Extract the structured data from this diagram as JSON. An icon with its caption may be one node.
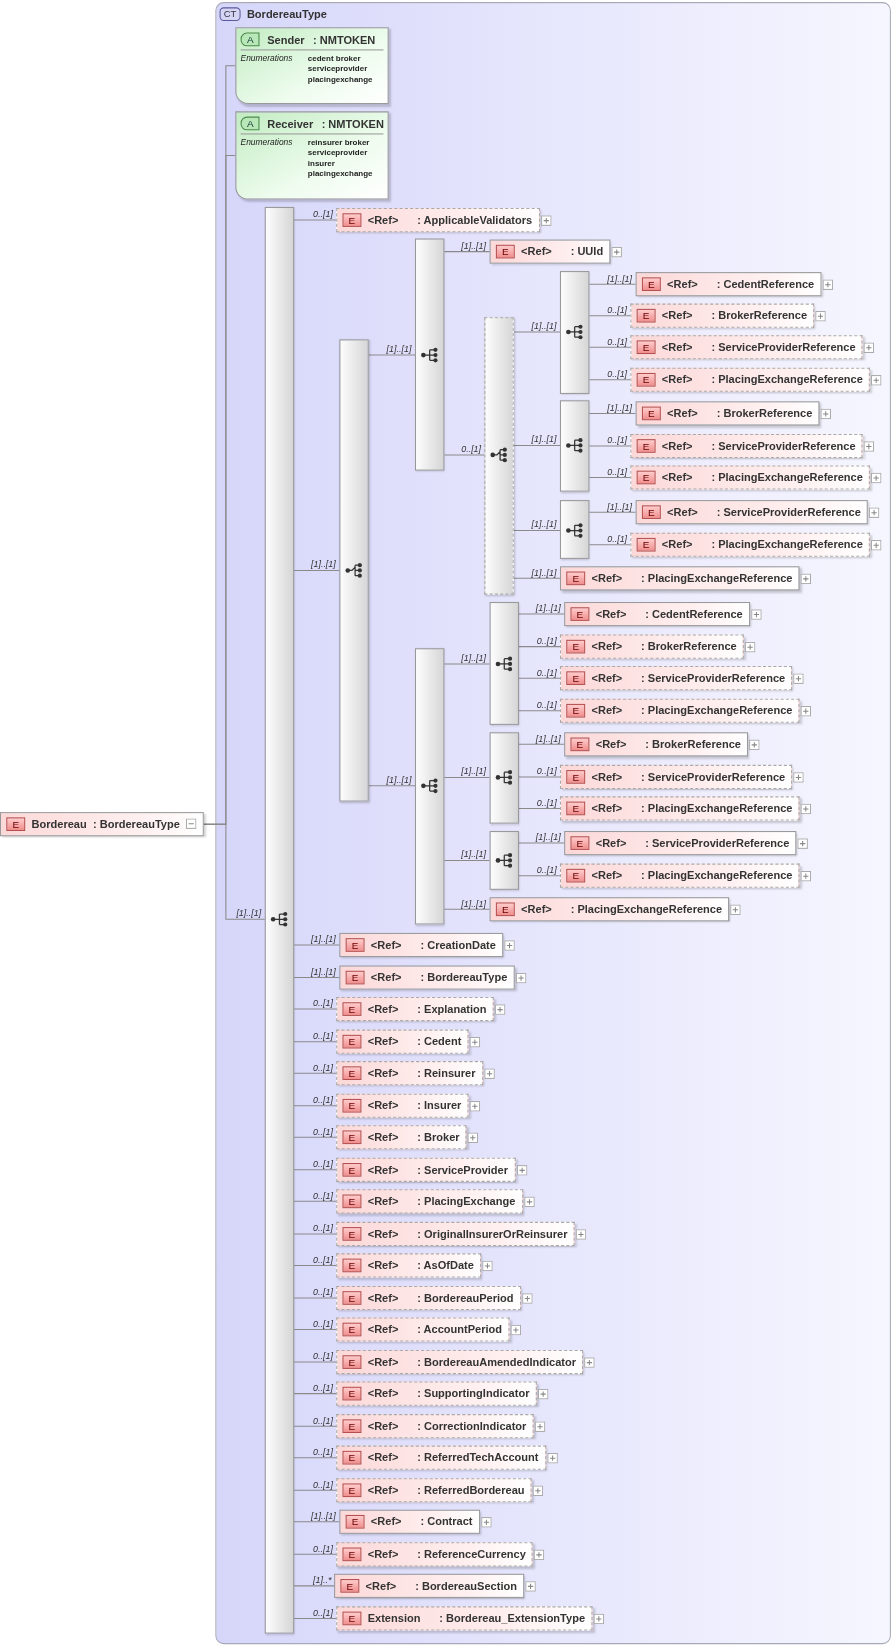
{
  "diagram": {
    "nodes": [
      {
        "text": [
          "E",
          "Bordereau",
          ": BordereauType"
        ]
      },
      {
        "text": [
          "CT",
          "BordereauType"
        ]
      },
      {
        "text": [
          "A",
          "Sender",
          ": NMTOKEN",
          "Enumerations",
          "cedent broker serviceprovider placingexchange"
        ],
        "in": 1
      },
      {
        "text": [
          "A",
          "Receiver",
          ": NMTOKEN",
          "Enumerations",
          "reinsurer broker serviceprovider insurer placingexchange"
        ],
        "in": 1
      },
      {
        "text": [],
        "shape": "bar",
        "in": 1
      },
      {
        "text": [
          "E",
          "<Ref>",
          ": ApplicableValidators"
        ],
        "in": 1
      },
      {
        "text": [],
        "shape": "bar",
        "in": 1
      },
      {
        "text": [],
        "shape": "bar",
        "in": 1
      },
      {
        "text": [
          "E",
          "<Ref>",
          ": UUId"
        ],
        "in": 1
      },
      {
        "text": [],
        "shape": "bar",
        "in": 1
      },
      {
        "text": [],
        "shape": "bar",
        "in": 1
      },
      {
        "text": [
          "E",
          "<Ref>",
          ": CedentReference"
        ],
        "in": 1
      },
      {
        "text": [
          "E",
          "<Ref>",
          ": BrokerReference"
        ],
        "in": 1
      },
      {
        "text": [
          "E",
          "<Ref>",
          ": ServiceProviderReference"
        ],
        "in": 1
      },
      {
        "text": [
          "E",
          "<Ref>",
          ": PlacingExchangeReference"
        ],
        "in": 1
      },
      {
        "text": [],
        "shape": "bar",
        "in": 1
      },
      {
        "text": [
          "E",
          "<Ref>",
          ": BrokerReference"
        ],
        "in": 1
      },
      {
        "text": [
          "E",
          "<Ref>",
          ": ServiceProviderReference"
        ],
        "in": 1
      },
      {
        "text": [
          "E",
          "<Ref>",
          ": PlacingExchangeReference"
        ],
        "in": 1
      },
      {
        "text": [],
        "shape": "bar",
        "in": 1
      },
      {
        "text": [
          "E",
          "<Ref>",
          ": ServiceProviderReference"
        ],
        "in": 1
      },
      {
        "text": [
          "E",
          "<Ref>",
          ": PlacingExchangeReference"
        ],
        "in": 1
      },
      {
        "text": [
          "E",
          "<Ref>",
          ": PlacingExchangeReference"
        ],
        "in": 1
      },
      {
        "text": [],
        "shape": "bar",
        "in": 1
      },
      {
        "text": [],
        "shape": "bar",
        "in": 1
      },
      {
        "text": [
          "E",
          "<Ref>",
          ": CedentReference"
        ],
        "in": 1
      },
      {
        "text": [
          "E",
          "<Ref>",
          ": BrokerReference"
        ],
        "in": 1
      },
      {
        "text": [
          "E",
          "<Ref>",
          ": ServiceProviderReference"
        ],
        "in": 1
      },
      {
        "text": [
          "E",
          "<Ref>",
          ": PlacingExchangeReference"
        ],
        "in": 1
      },
      {
        "text": [],
        "shape": "bar",
        "in": 1
      },
      {
        "text": [
          "E",
          "<Ref>",
          ": BrokerReference"
        ],
        "in": 1
      },
      {
        "text": [
          "E",
          "<Ref>",
          ": ServiceProviderReference"
        ],
        "in": 1
      },
      {
        "text": [
          "E",
          "<Ref>",
          ": PlacingExchangeReference"
        ],
        "in": 1
      },
      {
        "text": [],
        "shape": "bar",
        "in": 1
      },
      {
        "text": [
          "E",
          "<Ref>",
          ": ServiceProviderReference"
        ],
        "in": 1
      },
      {
        "text": [
          "E",
          "<Ref>",
          ": PlacingExchangeReference"
        ],
        "in": 1
      },
      {
        "text": [
          "E",
          "<Ref>",
          ": PlacingExchangeReference"
        ],
        "in": 1
      },
      {
        "text": [
          "E",
          "<Ref>",
          ": CreationDate"
        ],
        "in": 1
      },
      {
        "text": [
          "E",
          "<Ref>",
          ": BordereauType"
        ],
        "in": 1
      },
      {
        "text": [
          "E",
          "<Ref>",
          ": Explanation"
        ],
        "in": 1
      },
      {
        "text": [
          "E",
          "<Ref>",
          ": Cedent"
        ],
        "in": 1
      },
      {
        "text": [
          "E",
          "<Ref>",
          ": Reinsurer"
        ],
        "in": 1
      },
      {
        "text": [
          "E",
          "<Ref>",
          ": Insurer"
        ],
        "in": 1
      },
      {
        "text": [
          "E",
          "<Ref>",
          ": Broker"
        ],
        "in": 1
      },
      {
        "text": [
          "E",
          "<Ref>",
          ": ServiceProvider"
        ],
        "in": 1
      },
      {
        "text": [
          "E",
          "<Ref>",
          ": PlacingExchange"
        ],
        "in": 1
      },
      {
        "text": [
          "E",
          "<Ref>",
          ": OriginalInsurerOrReinsurer"
        ],
        "in": 1
      },
      {
        "text": [
          "E",
          "<Ref>",
          ": AsOfDate"
        ],
        "in": 1
      },
      {
        "text": [
          "E",
          "<Ref>",
          ": BordereauPeriod"
        ],
        "in": 1
      },
      {
        "text": [
          "E",
          "<Ref>",
          ": AccountPeriod"
        ],
        "in": 1
      },
      {
        "text": [
          "E",
          "<Ref>",
          ": BordereauAmendedIndicator"
        ],
        "in": 1
      },
      {
        "text": [
          "E",
          "<Ref>",
          ": SupportingIndicator"
        ],
        "in": 1
      },
      {
        "text": [
          "E",
          "<Ref>",
          ": CorrectionIndicator"
        ],
        "in": 1
      },
      {
        "text": [
          "E",
          "<Ref>",
          ": ReferredTechAccount"
        ],
        "in": 1
      },
      {
        "text": [
          "E",
          "<Ref>",
          ": ReferredBordereau"
        ],
        "in": 1
      },
      {
        "text": [
          "E",
          "<Ref>",
          ": Contract"
        ],
        "in": 1
      },
      {
        "text": [
          "E",
          "<Ref>",
          ": ReferenceCurrency"
        ],
        "in": 1
      },
      {
        "text": [
          "E",
          "<Ref>",
          ": BordereauSection"
        ],
        "in": 1
      },
      {
        "text": [
          "E",
          "Extension",
          ": Bordereau_ExtensionType"
        ],
        "in": 1
      }
    ],
    "edges": [
      {
        "from": 0,
        "to": 2,
        "arrow": "none"
      },
      {
        "from": 0,
        "to": 3,
        "arrow": "none"
      },
      {
        "from": 0,
        "to": 4,
        "arrow": "none",
        "label": "[1]..[1]"
      },
      {
        "from": 4,
        "to": 5,
        "arrow": "none",
        "label": "0..[1]"
      },
      {
        "from": 4,
        "to": 6,
        "arrow": "none",
        "label": "[1]..[1]"
      },
      {
        "from": 6,
        "to": 7,
        "arrow": "none",
        "label": "[1]..[1]"
      },
      {
        "from": 7,
        "to": 8,
        "arrow": "none",
        "label": "[1]..[1]"
      },
      {
        "from": 7,
        "to": 9,
        "arrow": "none",
        "label": "0..[1]"
      },
      {
        "from": 9,
        "to": 10,
        "arrow": "none",
        "label": "[1]..[1]"
      },
      {
        "from": 10,
        "to": 11,
        "arrow": "none",
        "label": "[1]..[1]"
      },
      {
        "from": 10,
        "to": 12,
        "arrow": "none",
        "label": "0..[1]"
      },
      {
        "from": 10,
        "to": 13,
        "arrow": "none",
        "label": "0..[1]"
      },
      {
        "from": 10,
        "to": 14,
        "arrow": "none",
        "label": "0..[1]"
      },
      {
        "from": 9,
        "to": 15,
        "arrow": "none",
        "label": "[1]..[1]"
      },
      {
        "from": 15,
        "to": 16,
        "arrow": "none",
        "label": "[1]..[1]"
      },
      {
        "from": 15,
        "to": 17,
        "arrow": "none",
        "label": "0..[1]"
      },
      {
        "from": 15,
        "to": 18,
        "arrow": "none",
        "label": "0..[1]"
      },
      {
        "from": 9,
        "to": 19,
        "arrow": "none",
        "label": "[1]..[1]"
      },
      {
        "from": 19,
        "to": 20,
        "arrow": "none",
        "label": "[1]..[1]"
      },
      {
        "from": 19,
        "to": 21,
        "arrow": "none",
        "label": "0..[1]"
      },
      {
        "from": 9,
        "to": 22,
        "arrow": "none",
        "label": "[1]..[1]"
      },
      {
        "from": 6,
        "to": 23,
        "arrow": "none",
        "label": "[1]..[1]"
      },
      {
        "from": 23,
        "to": 24,
        "arrow": "none",
        "label": "[1]..[1]"
      },
      {
        "from": 24,
        "to": 25,
        "arrow": "none",
        "label": "[1]..[1]"
      },
      {
        "from": 24,
        "to": 26,
        "arrow": "none",
        "label": "0..[1]"
      },
      {
        "from": 24,
        "to": 27,
        "arrow": "none",
        "label": "0..[1]"
      },
      {
        "from": 24,
        "to": 28,
        "arrow": "none",
        "label": "0..[1]"
      },
      {
        "from": 23,
        "to": 29,
        "arrow": "none",
        "label": "[1]..[1]"
      },
      {
        "from": 29,
        "to": 30,
        "arrow": "none",
        "label": "[1]..[1]"
      },
      {
        "from": 29,
        "to": 31,
        "arrow": "none",
        "label": "0..[1]"
      },
      {
        "from": 29,
        "to": 32,
        "arrow": "none",
        "label": "0..[1]"
      },
      {
        "from": 23,
        "to": 33,
        "arrow": "none",
        "label": "[1]..[1]"
      },
      {
        "from": 33,
        "to": 34,
        "arrow": "none",
        "label": "[1]..[1]"
      },
      {
        "from": 33,
        "to": 35,
        "arrow": "none",
        "label": "0..[1]"
      },
      {
        "from": 23,
        "to": 36,
        "arrow": "none",
        "label": "[1]..[1]"
      },
      {
        "from": 4,
        "to": 37,
        "arrow": "none",
        "label": "[1]..[1]"
      },
      {
        "from": 4,
        "to": 38,
        "arrow": "none",
        "label": "[1]..[1]"
      },
      {
        "from": 4,
        "to": 39,
        "arrow": "none",
        "label": "0..[1]"
      },
      {
        "from": 4,
        "to": 40,
        "arrow": "none",
        "label": "0..[1]"
      },
      {
        "from": 4,
        "to": 41,
        "arrow": "none",
        "label": "0..[1]"
      },
      {
        "from": 4,
        "to": 42,
        "arrow": "none",
        "label": "0..[1]"
      },
      {
        "from": 4,
        "to": 43,
        "arrow": "none",
        "label": "0..[1]"
      },
      {
        "from": 4,
        "to": 44,
        "arrow": "none",
        "label": "0..[1]"
      },
      {
        "from": 4,
        "to": 45,
        "arrow": "none",
        "label": "0..[1]"
      },
      {
        "from": 4,
        "to": 46,
        "arrow": "none",
        "label": "0..[1]"
      },
      {
        "from": 4,
        "to": 47,
        "arrow": "none",
        "label": "0..[1]"
      },
      {
        "from": 4,
        "to": 48,
        "arrow": "none",
        "label": "0..[1]"
      },
      {
        "from": 4,
        "to": 49,
        "arrow": "none",
        "label": "0..[1]"
      },
      {
        "from": 4,
        "to": 50,
        "arrow": "none",
        "label": "0..[1]"
      },
      {
        "from": 4,
        "to": 51,
        "arrow": "none",
        "label": "0..[1]"
      },
      {
        "from": 4,
        "to": 52,
        "arrow": "none",
        "label": "0..[1]"
      },
      {
        "from": 4,
        "to": 53,
        "arrow": "none",
        "label": "0..[1]"
      },
      {
        "from": 4,
        "to": 54,
        "arrow": "none",
        "label": "0..[1]"
      },
      {
        "from": 4,
        "to": 55,
        "arrow": "none",
        "label": "[1]..[1]"
      },
      {
        "from": 4,
        "to": 56,
        "arrow": "none",
        "label": "0..[1]"
      },
      {
        "from": 4,
        "to": 57,
        "arrow": "none",
        "label": "[1]..*"
      },
      {
        "from": 4,
        "to": 58,
        "arrow": "none",
        "label": "0..[1]"
      }
    ]
  }
}
